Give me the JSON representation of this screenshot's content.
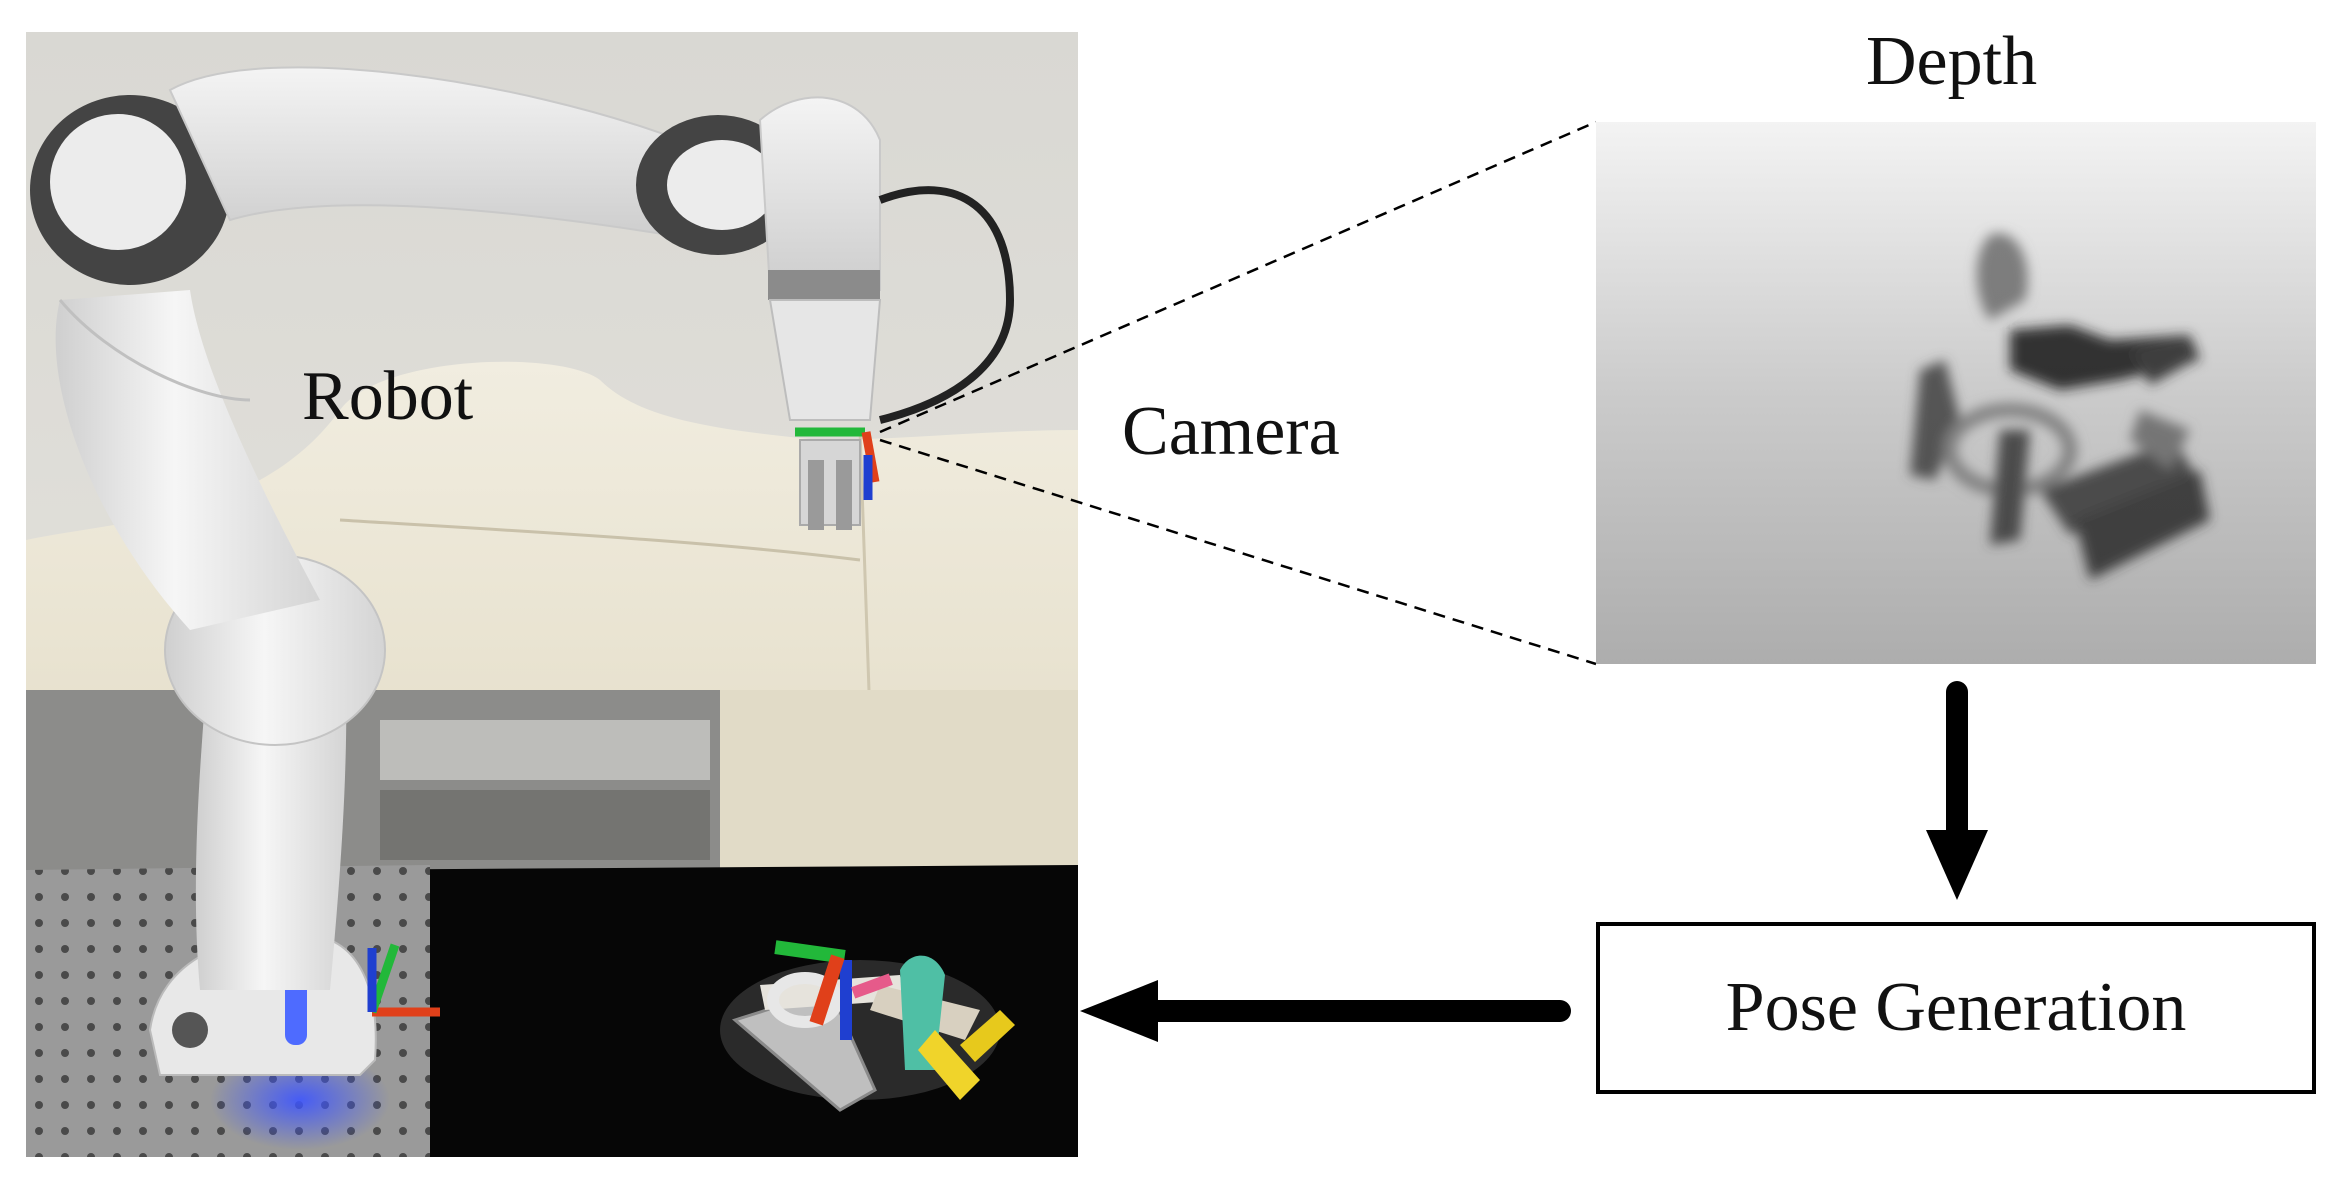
{
  "labels": {
    "robot": "Robot",
    "camera": "Camera",
    "depth": "Depth",
    "pose_generation": "Pose Generation"
  },
  "colors": {
    "axis_x": "#e0401a",
    "axis_y": "#22b83a",
    "axis_z": "#1f3fd0",
    "led_blue": "#4e6bff",
    "table_black": "#060606",
    "cloth": "#ece7d6",
    "wall": "#dcdad3",
    "arrow": "#000000"
  },
  "flow": [
    {
      "from": "depth-image",
      "to": "pose-generation-box",
      "direction": "down"
    },
    {
      "from": "pose-generation-box",
      "to": "robot-photo",
      "direction": "left"
    }
  ]
}
